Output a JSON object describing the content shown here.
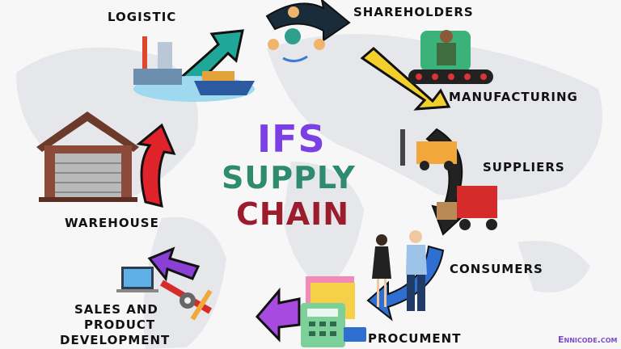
{
  "title": {
    "line1": "IFS",
    "line2": "SUPPLY",
    "line3": "CHAIN"
  },
  "stages": {
    "logistic": "LOGISTIC",
    "shareholders": "SHAREHOLDERS",
    "manufacturing": "MANUFACTURING",
    "suppliers": "SUPPLIERS",
    "consumers": "CONSUMERS",
    "procument": "PROCUMENT",
    "sales_line1": "SALES AND",
    "sales_line2": "PRODUCT",
    "sales_line3": "DEVELOPMENT",
    "warehouse": "WAREHOUSE"
  },
  "watermark": "Ennicode.com",
  "colors": {
    "ifs": "#7b3fe4",
    "supply": "#2e8b6e",
    "chain": "#9b1c2c"
  }
}
